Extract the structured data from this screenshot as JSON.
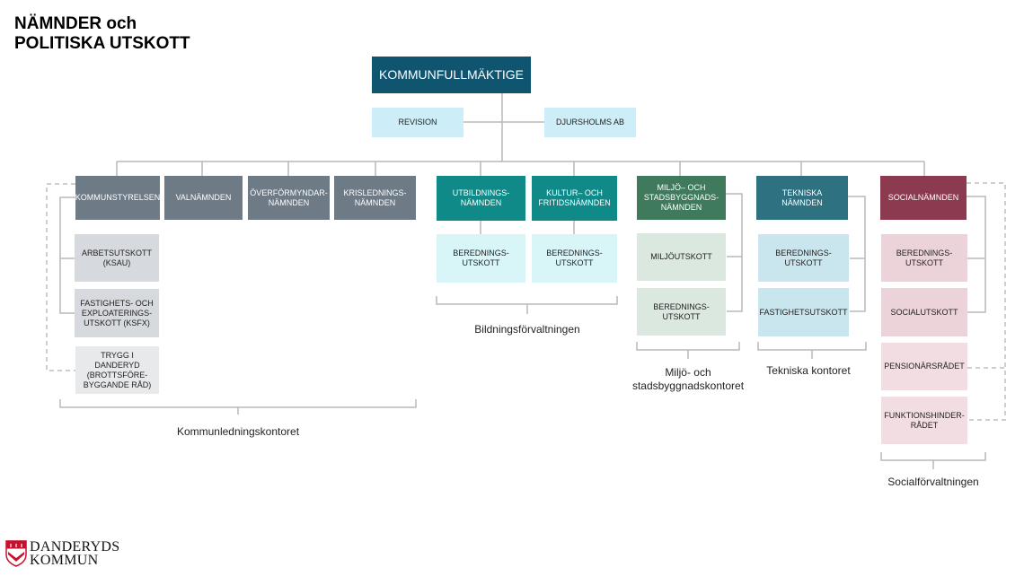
{
  "title": {
    "line1": "NÄMNDER och",
    "line2": "POLITISKA UTSKOTT"
  },
  "colors": {
    "navy": "#0f5570",
    "gray_dark": "#6e7a86",
    "teal": "#0f8a88",
    "green": "#3f7a5c",
    "petrol": "#2e7282",
    "wine": "#8c3a4f",
    "light_gray": "#d6d9dd",
    "light_cyan": "#d8f3f6",
    "light_green": "#dbe8df",
    "light_blue": "#c9e6ee",
    "light_pink": "#ecd3d9",
    "line": "#b9b9b9"
  },
  "council": {
    "label": "KOMMUNFULLMÄKTIGE"
  },
  "side_boxes": {
    "revision": "REVISION",
    "djursholm": "DJURSHOLMS AB"
  },
  "boards": {
    "kommunstyrelsen": "KOMMUNSTYRELSEN",
    "valnamnden": "VALNÄMNDEN",
    "overformyndar": "ÖVERFÖRMYNDAR-\nNÄMNDEN",
    "krisledning": "KRISLEDNINGS-\nNÄMNDEN",
    "utbildning": "UTBILDNINGS-\nNÄMNDEN",
    "kultur": "KULTUR– OCH\nFRITIDSNÄMNDEN",
    "miljo": "MILJÖ– OCH\nSTADSBYGGNADS-\nNÄMNDEN",
    "tekniska": "TEKNISKA\nNÄMNDEN",
    "social": "SOCIALNÄMNDEN"
  },
  "committees": {
    "arbetsutskott": "ARBETSUTSKOTT\n(KSAU)",
    "fastighets_exploatering": "FASTIGHETS- OCH\nEXPLOATERINGS-\nUTSKOTT (KSFX)",
    "trygg": "TRYGG I DANDERYD\n(BROTTSFÖRE-\nBYGGANDE RÅD)",
    "bered_utb": "BEREDNINGS-\nUTSKOTT",
    "bered_kultur": "BEREDNINGS-\nUTSKOTT",
    "miljoutskott": "MILJÖUTSKOTT",
    "bered_miljo": "BEREDNINGS-\nUTSKOTT",
    "bered_tekn": "BEREDNINGS-\nUTSKOTT",
    "fastighetsutskott": "FASTIGHETSUTSKOTT",
    "bered_social": "BEREDNINGS-\nUTSKOTT",
    "socialutskott": "SOCIALUTSKOTT",
    "pensionarsradet": "PENSIONÄRSRÅDET",
    "funktionshinder": "FUNKTIONSHINDER-\nRÅDET"
  },
  "offices": {
    "kommunledning": "Kommunledningskontoret",
    "bildning": "Bildningsförvaltningen",
    "miljo": "Miljö- och\nstadsbyggnadskontoret",
    "tekniska": "Tekniska kontoret",
    "social": "Socialförvaltningen"
  },
  "logo": {
    "line1": "DANDERYDS",
    "line2": "KOMMUN",
    "icon": "coat-of-arms-icon"
  }
}
